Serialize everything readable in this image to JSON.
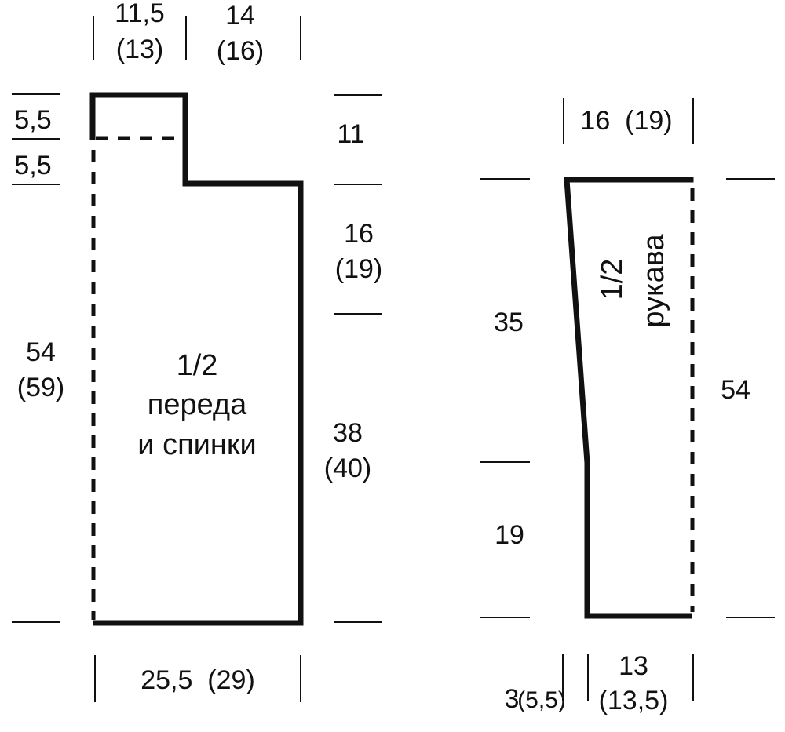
{
  "body_piece": {
    "title_line1": "1/2",
    "title_line2": "переда",
    "title_line3": "и спинки",
    "shoulder_width": "11,5",
    "shoulder_width_alt": "(13)",
    "neck_width": "14",
    "neck_width_alt": "(16)",
    "neck_depth_top": "5,5",
    "neck_depth_bottom": "5,5",
    "total_length": "54",
    "total_length_alt": "(59)",
    "neck_height": "11",
    "armhole_height": "16",
    "armhole_height_alt": "(19)",
    "side_height": "38",
    "side_height_alt": "(40)",
    "bottom_width": "25,5  (29)"
  },
  "sleeve_piece": {
    "title_line1": "1/2",
    "title_line2": "рукава",
    "top_width": "16  (19)",
    "taper_height": "35",
    "straight_height": "19",
    "total_length": "54",
    "offset_width": "3",
    "offset_width_alt": "(5,5)",
    "bottom_width": "13",
    "bottom_width_alt": "(13,5)"
  },
  "colors": {
    "ink": "#111111",
    "background": "#ffffff"
  }
}
